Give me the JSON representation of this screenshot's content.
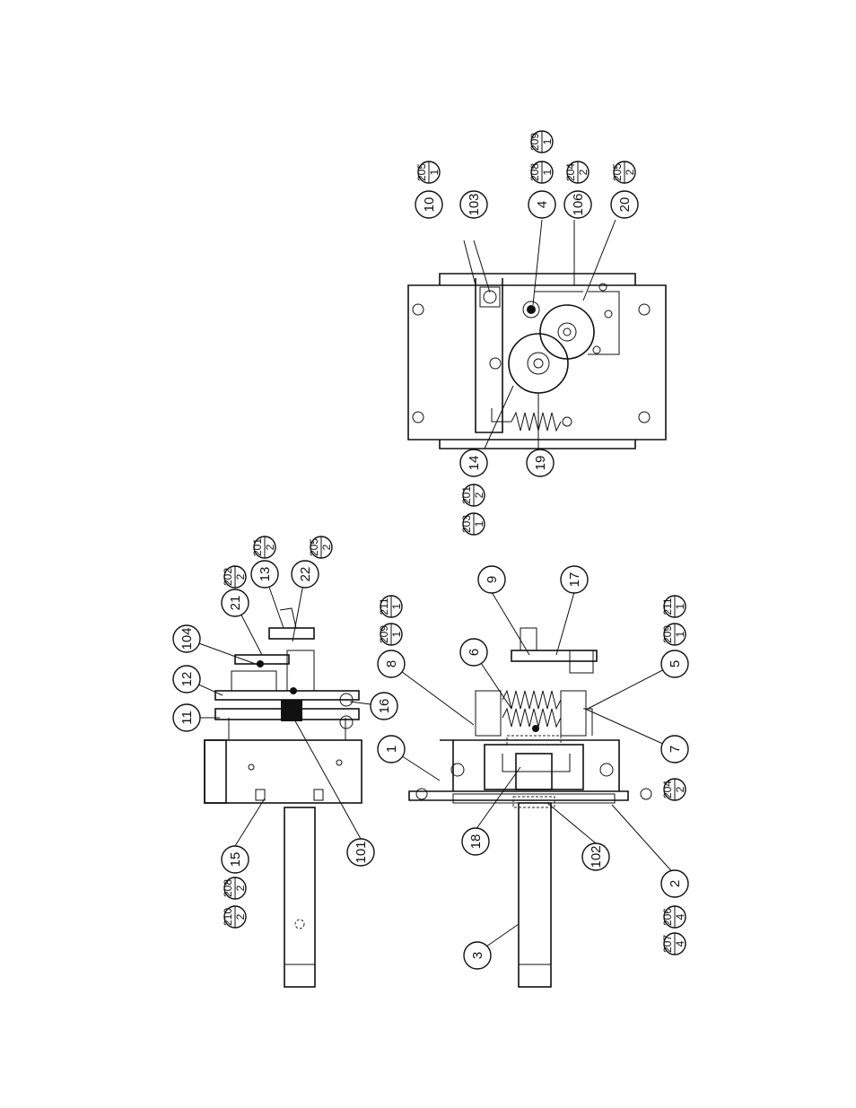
{
  "callouts": {
    "top_view": [
      "10",
      "103",
      "4",
      "106",
      "20",
      "14",
      "19"
    ],
    "top_view_pairs": [
      [
        "205",
        "1"
      ],
      [
        "208",
        "1"
      ],
      [
        "209",
        "1"
      ],
      [
        "204",
        "2"
      ],
      [
        "205",
        "2"
      ],
      [
        "203",
        "1"
      ],
      [
        "201",
        "2"
      ]
    ],
    "side_view_upper": [
      "11",
      "12",
      "104",
      "21",
      "13",
      "22",
      "16",
      "15",
      "101"
    ],
    "side_view_upper_pairs": [
      [
        "202",
        "2"
      ],
      [
        "201",
        "2"
      ],
      [
        "205",
        "2"
      ],
      [
        "210",
        "2"
      ],
      [
        "208",
        "2"
      ]
    ],
    "side_view_lower": [
      "8",
      "6",
      "9",
      "17",
      "1",
      "5",
      "7",
      "18",
      "102",
      "2",
      "3"
    ],
    "side_view_lower_pairs": [
      [
        "209",
        "1"
      ],
      [
        "211",
        "1"
      ],
      [
        "209",
        "1"
      ],
      [
        "211",
        "1"
      ],
      [
        "204",
        "2"
      ],
      [
        "207",
        "4"
      ],
      [
        "206",
        "4"
      ]
    ]
  }
}
